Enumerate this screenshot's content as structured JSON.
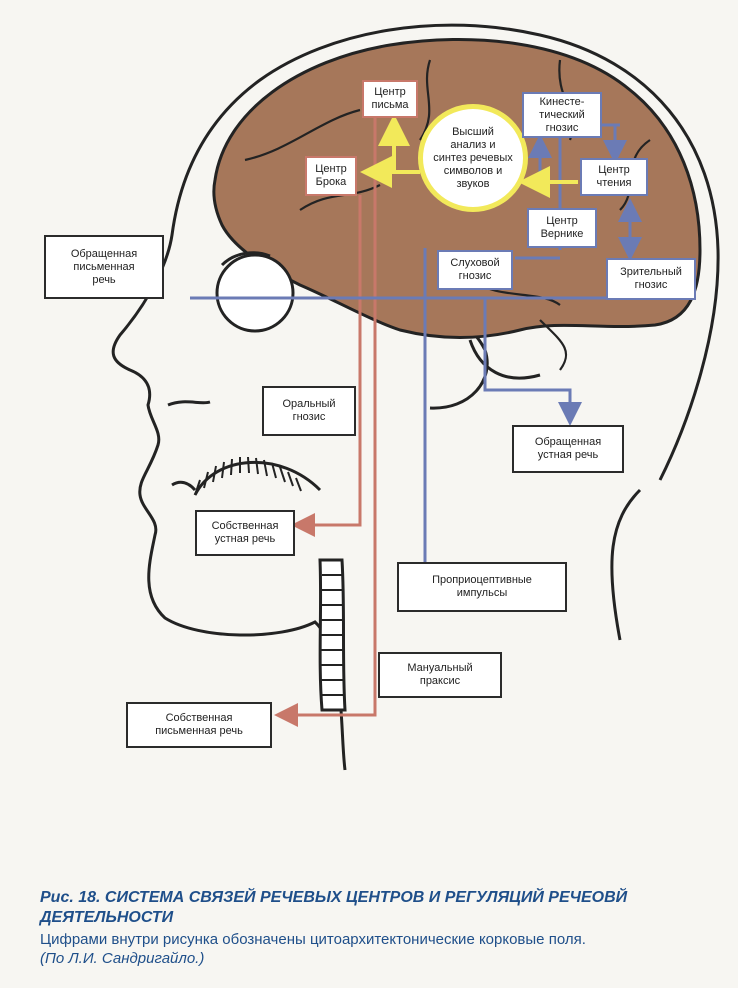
{
  "diagram": {
    "labels": {
      "written_reverse": "Обращенная\nписьменная\nречь",
      "writing_center": "Центр\nписьма",
      "broca": "Центр\nБрока",
      "higher_analysis": "Высший\nанализ и\nсинтез речевых\nсимволов и\nзвуков",
      "kinesthetic": "Кинесте-\nтический\nгнозис",
      "reading_center": "Центр\nчтения",
      "wernicke": "Центр\nВернике",
      "auditory": "Слуховой\nгнозис",
      "visual": "Зрительный\nгнозис",
      "oral_gnosis": "Оральный\nгнозис",
      "oral_reverse": "Обращенная\nустная речь",
      "own_oral": "Собственная\nустная речь",
      "proprioceptive": "Проприоцептивные\nимпульсы",
      "manual_praxis": "Мануальный\nпраксис",
      "own_written": "Собственная\nписьменная речь"
    },
    "colors": {
      "brain": "#a6775a",
      "outline": "#232323",
      "red_path": "#c8786a",
      "blue_path": "#6b7bb5",
      "yellow_arrow": "#f2e95a"
    }
  },
  "caption": {
    "title": "Рис. 18. СИСТЕМА СВЯЗЕЙ РЕЧЕВЫХ ЦЕНТРОВ И РЕГУЛЯЦИЙ РЕЧЕОВЙ ДЕЯТЕЛЬНОСТИ",
    "text": "Цифрами внутри рисунка обозначены цитоархитектонические корковые поля.",
    "credit": "(По Л.И. Сандригайло.)"
  }
}
